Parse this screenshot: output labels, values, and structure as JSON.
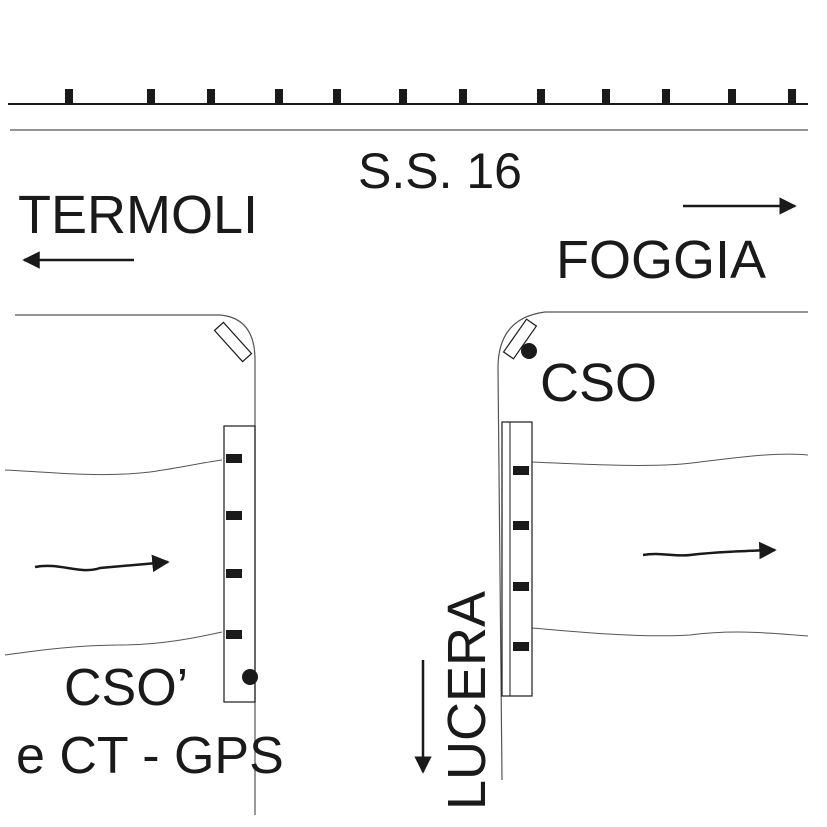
{
  "labels": {
    "road": "S.S. 16",
    "west_destination": "TERMOLI",
    "east_destination": "FOGGIA",
    "south_destination": "LUCERA",
    "marker_east": "CSO",
    "marker_west_line1": "CSO’",
    "marker_west_line2": "e CT - GPS"
  },
  "colors": {
    "ink": "#1a1a1a",
    "line": "#555555",
    "background": "#ffffff"
  }
}
